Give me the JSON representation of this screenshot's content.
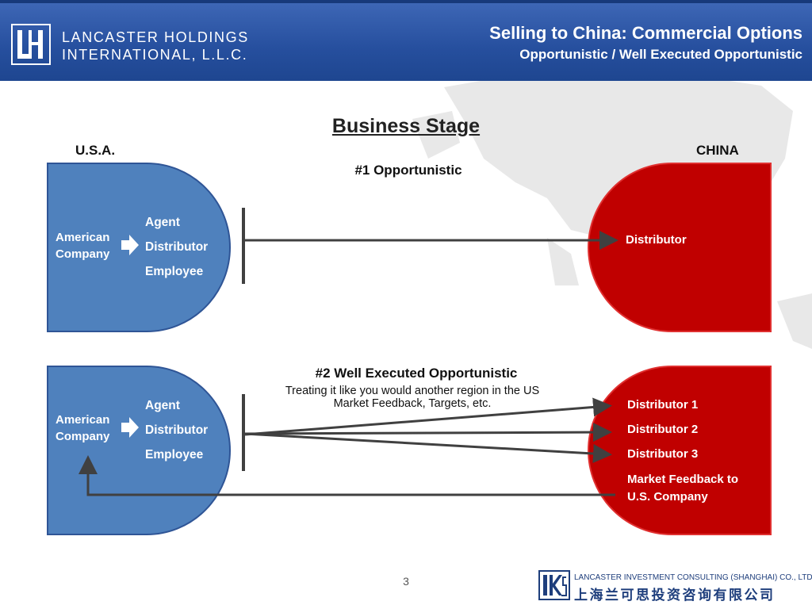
{
  "header": {
    "company_line_1": "LANCASTER HOLDINGS",
    "company_line_2": "INTERNATIONAL, L.L.C.",
    "title": "Selling to China: Commercial Options",
    "subtitle": "Opportunistic / Well Executed Opportunistic"
  },
  "diagram": {
    "heading": "Business Stage",
    "left_region": "U.S.A.",
    "right_region": "CHINA",
    "section_1": {
      "title": "#1 Opportunistic",
      "us_label_line_1": "American",
      "us_label_line_2": "Company",
      "roles": [
        "Agent",
        "Distributor",
        "Employee"
      ],
      "china_label": "Distributor"
    },
    "section_2": {
      "title": "#2 Well Executed Opportunistic",
      "description_line_1": "Treating it like you would another region in the US",
      "description_line_2": "Market Feedback, Targets, etc.",
      "us_label_line_1": "American",
      "us_label_line_2": "Company",
      "roles": [
        "Agent",
        "Distributor",
        "Employee"
      ],
      "china_labels": [
        "Distributor 1",
        "Distributor 2",
        "Distributor 3"
      ],
      "feedback_line_1": "Market Feedback to",
      "feedback_line_2": "U.S. Company"
    },
    "colors": {
      "us_fill": "#4f81bd",
      "us_stroke": "#2f5596",
      "china_fill": "#c00000",
      "china_stroke": "#e03030",
      "connector": "#404040",
      "header_blue": "#2b55a4"
    }
  },
  "footer": {
    "page_number": "3",
    "company_en": "LANCASTER INVESTMENT CONSULTING (SHANGHAI) CO., LTD.",
    "company_zh": "上海兰可思投资咨询有限公司"
  }
}
